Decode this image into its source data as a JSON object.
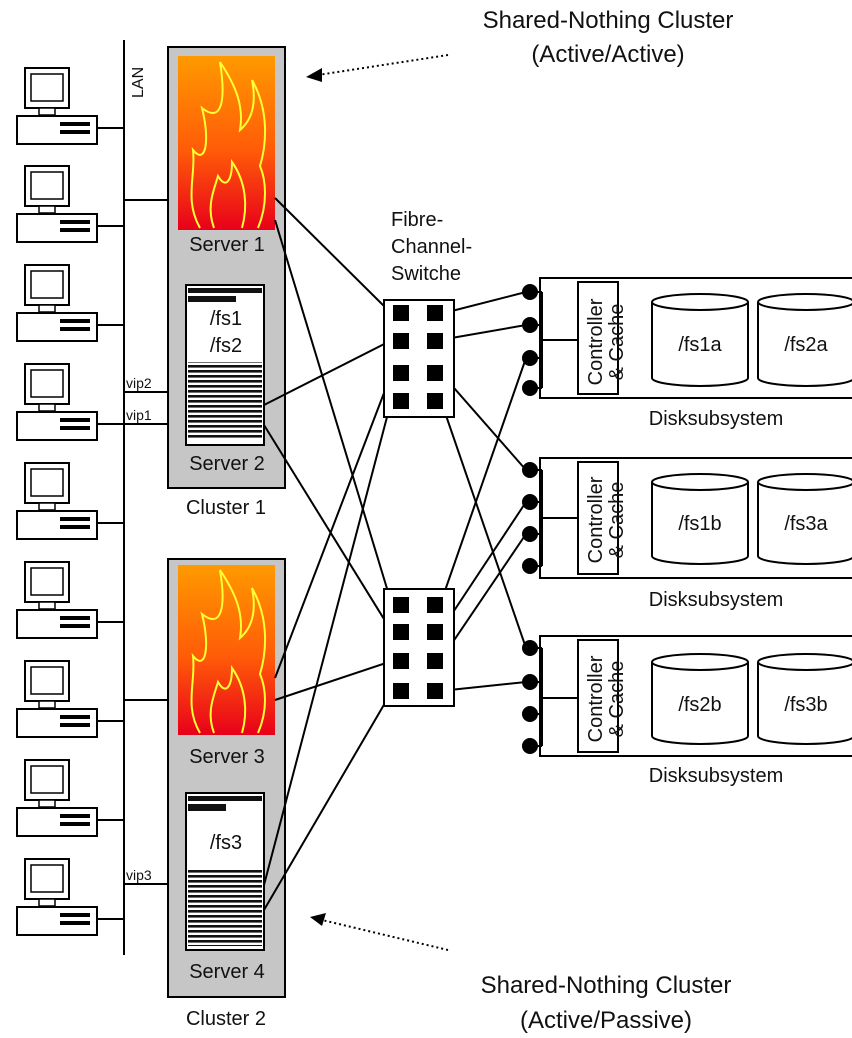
{
  "annotations": {
    "top_cluster_type": "Shared-Nothing Cluster",
    "top_cluster_mode": "(Active/Active)",
    "bottom_cluster_type": "Shared-Nothing Cluster",
    "bottom_cluster_mode": "(Active/Passive)"
  },
  "lan_label": "LAN",
  "clients": [
    {
      "icon": "desktop-computer-icon"
    },
    {
      "icon": "desktop-computer-icon"
    },
    {
      "icon": "desktop-computer-icon"
    },
    {
      "icon": "desktop-computer-icon"
    },
    {
      "icon": "desktop-computer-icon"
    },
    {
      "icon": "desktop-computer-icon"
    },
    {
      "icon": "desktop-computer-icon"
    },
    {
      "icon": "desktop-computer-icon"
    },
    {
      "icon": "desktop-computer-icon"
    }
  ],
  "clusters": [
    {
      "name": "Cluster 1",
      "servers": [
        {
          "name": "Server 1",
          "active": true
        },
        {
          "name": "Server 2",
          "active": false,
          "filesystems": [
            "/fs1",
            "/fs2"
          ]
        }
      ],
      "vips": [
        "vip2",
        "vip1"
      ]
    },
    {
      "name": "Cluster 2",
      "servers": [
        {
          "name": "Server 3",
          "active": true
        },
        {
          "name": "Server 4",
          "active": false,
          "filesystems": [
            "/fs3"
          ]
        }
      ],
      "vips": [
        "vip3"
      ]
    }
  ],
  "switch_label": [
    "Fibre-",
    "Channel-",
    "Switche"
  ],
  "disksubsystems": [
    {
      "controller": [
        "Controller",
        "& Cache"
      ],
      "disks": [
        "/fs1a",
        "/fs2a"
      ],
      "label": "Disksubsystem"
    },
    {
      "controller": [
        "Controller",
        "& Cache"
      ],
      "disks": [
        "/fs1b",
        "/fs3a"
      ],
      "label": "Disksubsystem"
    },
    {
      "controller": [
        "Controller",
        "& Cache"
      ],
      "disks": [
        "/fs2b",
        "/fs3b"
      ],
      "label": "Disksubsystem"
    }
  ],
  "colors": {
    "cluster_bg": "#c6c6c6",
    "flame_top": "#ff9a00",
    "flame_bottom": "#e8001a",
    "flame_line": "#ffff33"
  }
}
